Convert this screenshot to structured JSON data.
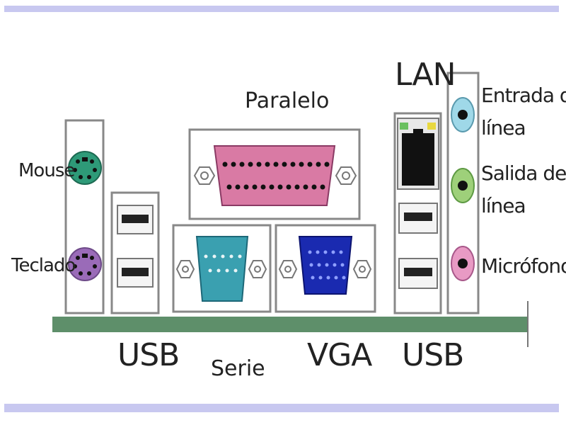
{
  "labels": {
    "paralelo": "Paralelo",
    "lan": "LAN",
    "mouse": "Mouse",
    "teclado": "Teclado",
    "entrada": "Entrada de línea",
    "salida": "Salida de línea",
    "microfono": "Micrófono",
    "usb_left": "USB",
    "serie": "Serie",
    "vga": "VGA",
    "usb_right": "USB"
  },
  "colors": {
    "frame": "#c8c8f0",
    "board": "#5e8f6a",
    "mouse": "#2e9a78",
    "keyboard": "#9a6bb8",
    "parallel": "#d97aa4",
    "serial": "#3aa0b0",
    "vga": "#1a2ab0",
    "line_in": "#9fd8e8",
    "line_out": "#9ed07a",
    "mic": "#e89ac4",
    "lan_led_left": "#6ac060",
    "lan_led_right": "#e8d840"
  }
}
